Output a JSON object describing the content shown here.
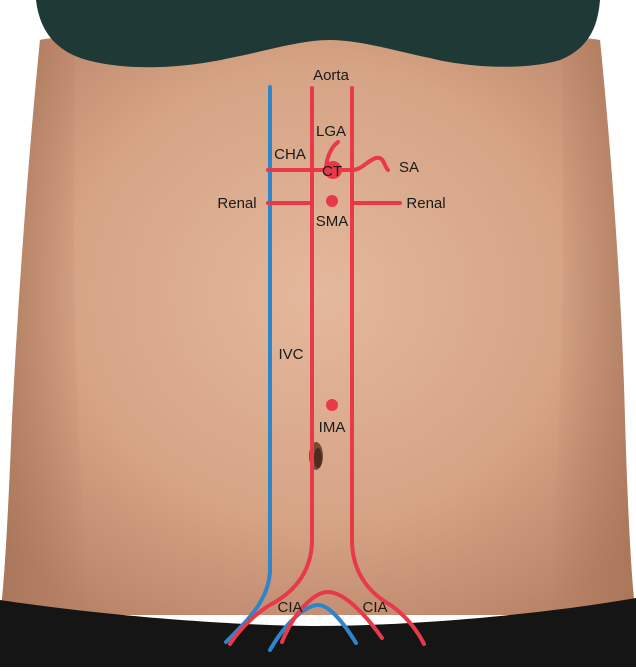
{
  "labels": {
    "aorta": "Aorta",
    "lga": "LGA",
    "cha": "CHA",
    "ct": "CT",
    "sa": "SA",
    "renal_left": "Renal",
    "renal_right": "Renal",
    "sma": "SMA",
    "ivc": "IVC",
    "ima": "IMA",
    "cia_left": "CIA",
    "cia_right": "CIA"
  },
  "colors": {
    "artery": "#e8394a",
    "vein": "#2e86c8",
    "background": "#ffffff",
    "skin": "#d7a789",
    "skin_shadow": "#b9856a",
    "bra": "#1f3a36",
    "briefs": "#151515"
  }
}
